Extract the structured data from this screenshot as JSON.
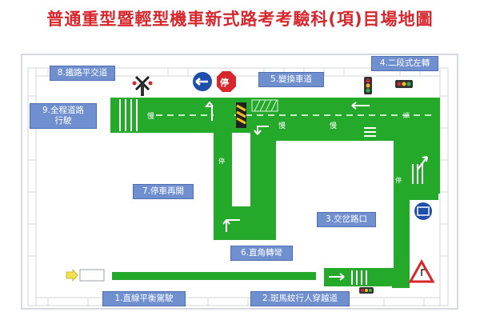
{
  "title": "普通重型暨輕型機車新式路考考驗科(項)目場地圖",
  "colors": {
    "road": "#25a92a",
    "road_dark": "#1b8a22",
    "title": "#d8262d",
    "callout": "#6f8fcf",
    "border": "#bfc4cc"
  },
  "labels": {
    "c1": "1.直線平衡駕駛",
    "c2": "2.斑馬紋行人穿越道",
    "c3": "3.交岔路口",
    "c4": "4.二段式左轉",
    "c5": "5.變換車道",
    "c6": "6.直角轉彎",
    "c7": "7.停車再開",
    "c8": "8.鐵路平交道",
    "c9_line1": "9.全程道路",
    "c9_line2": "行駛"
  },
  "road_text": {
    "stop_mark_1": "停",
    "stop_mark_2": "停",
    "stop_sign": "停",
    "slow_mark_1": "慢",
    "slow_mark_2": "慢",
    "slow_mark_3": "慢",
    "slow_mark_4": "慢"
  },
  "icons": {
    "no_entry": "no-entry-sign-icon",
    "stop": "stop-sign-icon",
    "railway": "railway-crossing-icon",
    "traffic_light": "traffic-light-icon",
    "waiting_zone": "two-stage-turn-sign-icon",
    "warning": "warning-triangle-icon"
  }
}
